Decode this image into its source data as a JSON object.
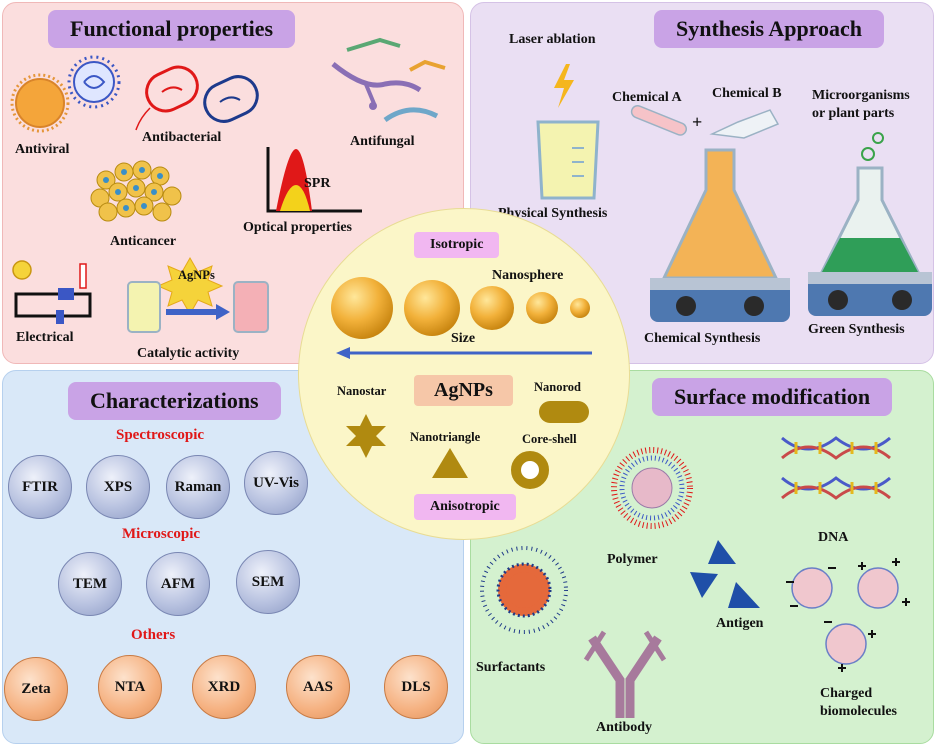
{
  "functional": {
    "title": "Functional properties",
    "antiviral": "Antiviral",
    "antibacterial": "Antibacterial",
    "antifungal": "Antifungal",
    "anticancer": "Anticancer",
    "optical": "Optical properties",
    "spr": "SPR",
    "electrical": "Electrical",
    "catalytic": "Catalytic activity",
    "agnps_burst": "AgNPs"
  },
  "synthesis": {
    "title": "Synthesis Approach",
    "laser": "Laser ablation",
    "chem_a": "Chemical A",
    "chem_b": "Chemical B",
    "plus": "+",
    "micro_line1": "Microorganisms",
    "micro_line2": "or plant parts",
    "physical": "Physical Synthesis",
    "chemical": "Chemical Synthesis",
    "green": "Green Synthesis"
  },
  "characterizations": {
    "title": "Characterizations",
    "spectroscopic": "Spectroscopic",
    "spectro_items": [
      "FTIR",
      "XPS",
      "Raman",
      "UV-Vis"
    ],
    "microscopic": "Microscopic",
    "micro_items": [
      "TEM",
      "AFM",
      "SEM"
    ],
    "others": "Others",
    "other_items": [
      "Zeta",
      "NTA",
      "XRD",
      "AAS",
      "DLS"
    ]
  },
  "surface": {
    "title": "Surface modification",
    "dna": "DNA",
    "polymer": "Polymer",
    "antigen": "Antigen",
    "surfactants": "Surfactants",
    "antibody": "Antibody",
    "charged_line1": "Charged",
    "charged_line2": "biomolecules"
  },
  "center": {
    "isotropic": "Isotropic",
    "nanosphere": "Nanosphere",
    "size": "Size",
    "agnps": "AgNPs",
    "nanostar": "Nanostar",
    "nanorod": "Nanorod",
    "nanotriangle": "Nanotriangle",
    "coreshell": "Core-shell",
    "anisotropic": "Anisotropic"
  },
  "colors": {
    "gold": "#d69a12",
    "shape_brown": "#b08a10",
    "arrow_blue": "#3f63c7",
    "heading_red": "#e01818"
  }
}
